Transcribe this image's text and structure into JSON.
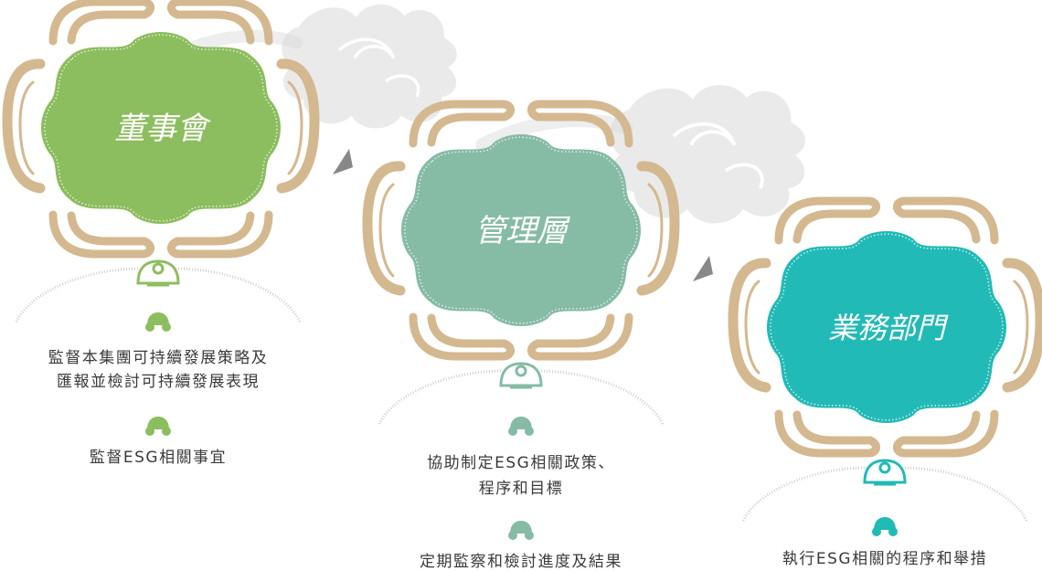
{
  "colors": {
    "board": "#8cbd5e",
    "management": "#86bba5",
    "business": "#22bab6",
    "chair": "#d4b88f",
    "cloud": "#d9d9d9",
    "text": "#3a3a3a",
    "arrow": "#888888"
  },
  "tiers": [
    {
      "title": "董事會",
      "duties": [
        "監督本集團可持續發展策略及",
        "匯報並檢討可持續發展表現",
        "監督ESG相關事宜"
      ]
    },
    {
      "title": "管理層",
      "duties": [
        "協助制定ESG相關政策、",
        "程序和目標",
        "定期監察和檢討進度及結果"
      ]
    },
    {
      "title": "業務部門",
      "duties": [
        "執行ESG相關的程序和舉措"
      ]
    }
  ]
}
